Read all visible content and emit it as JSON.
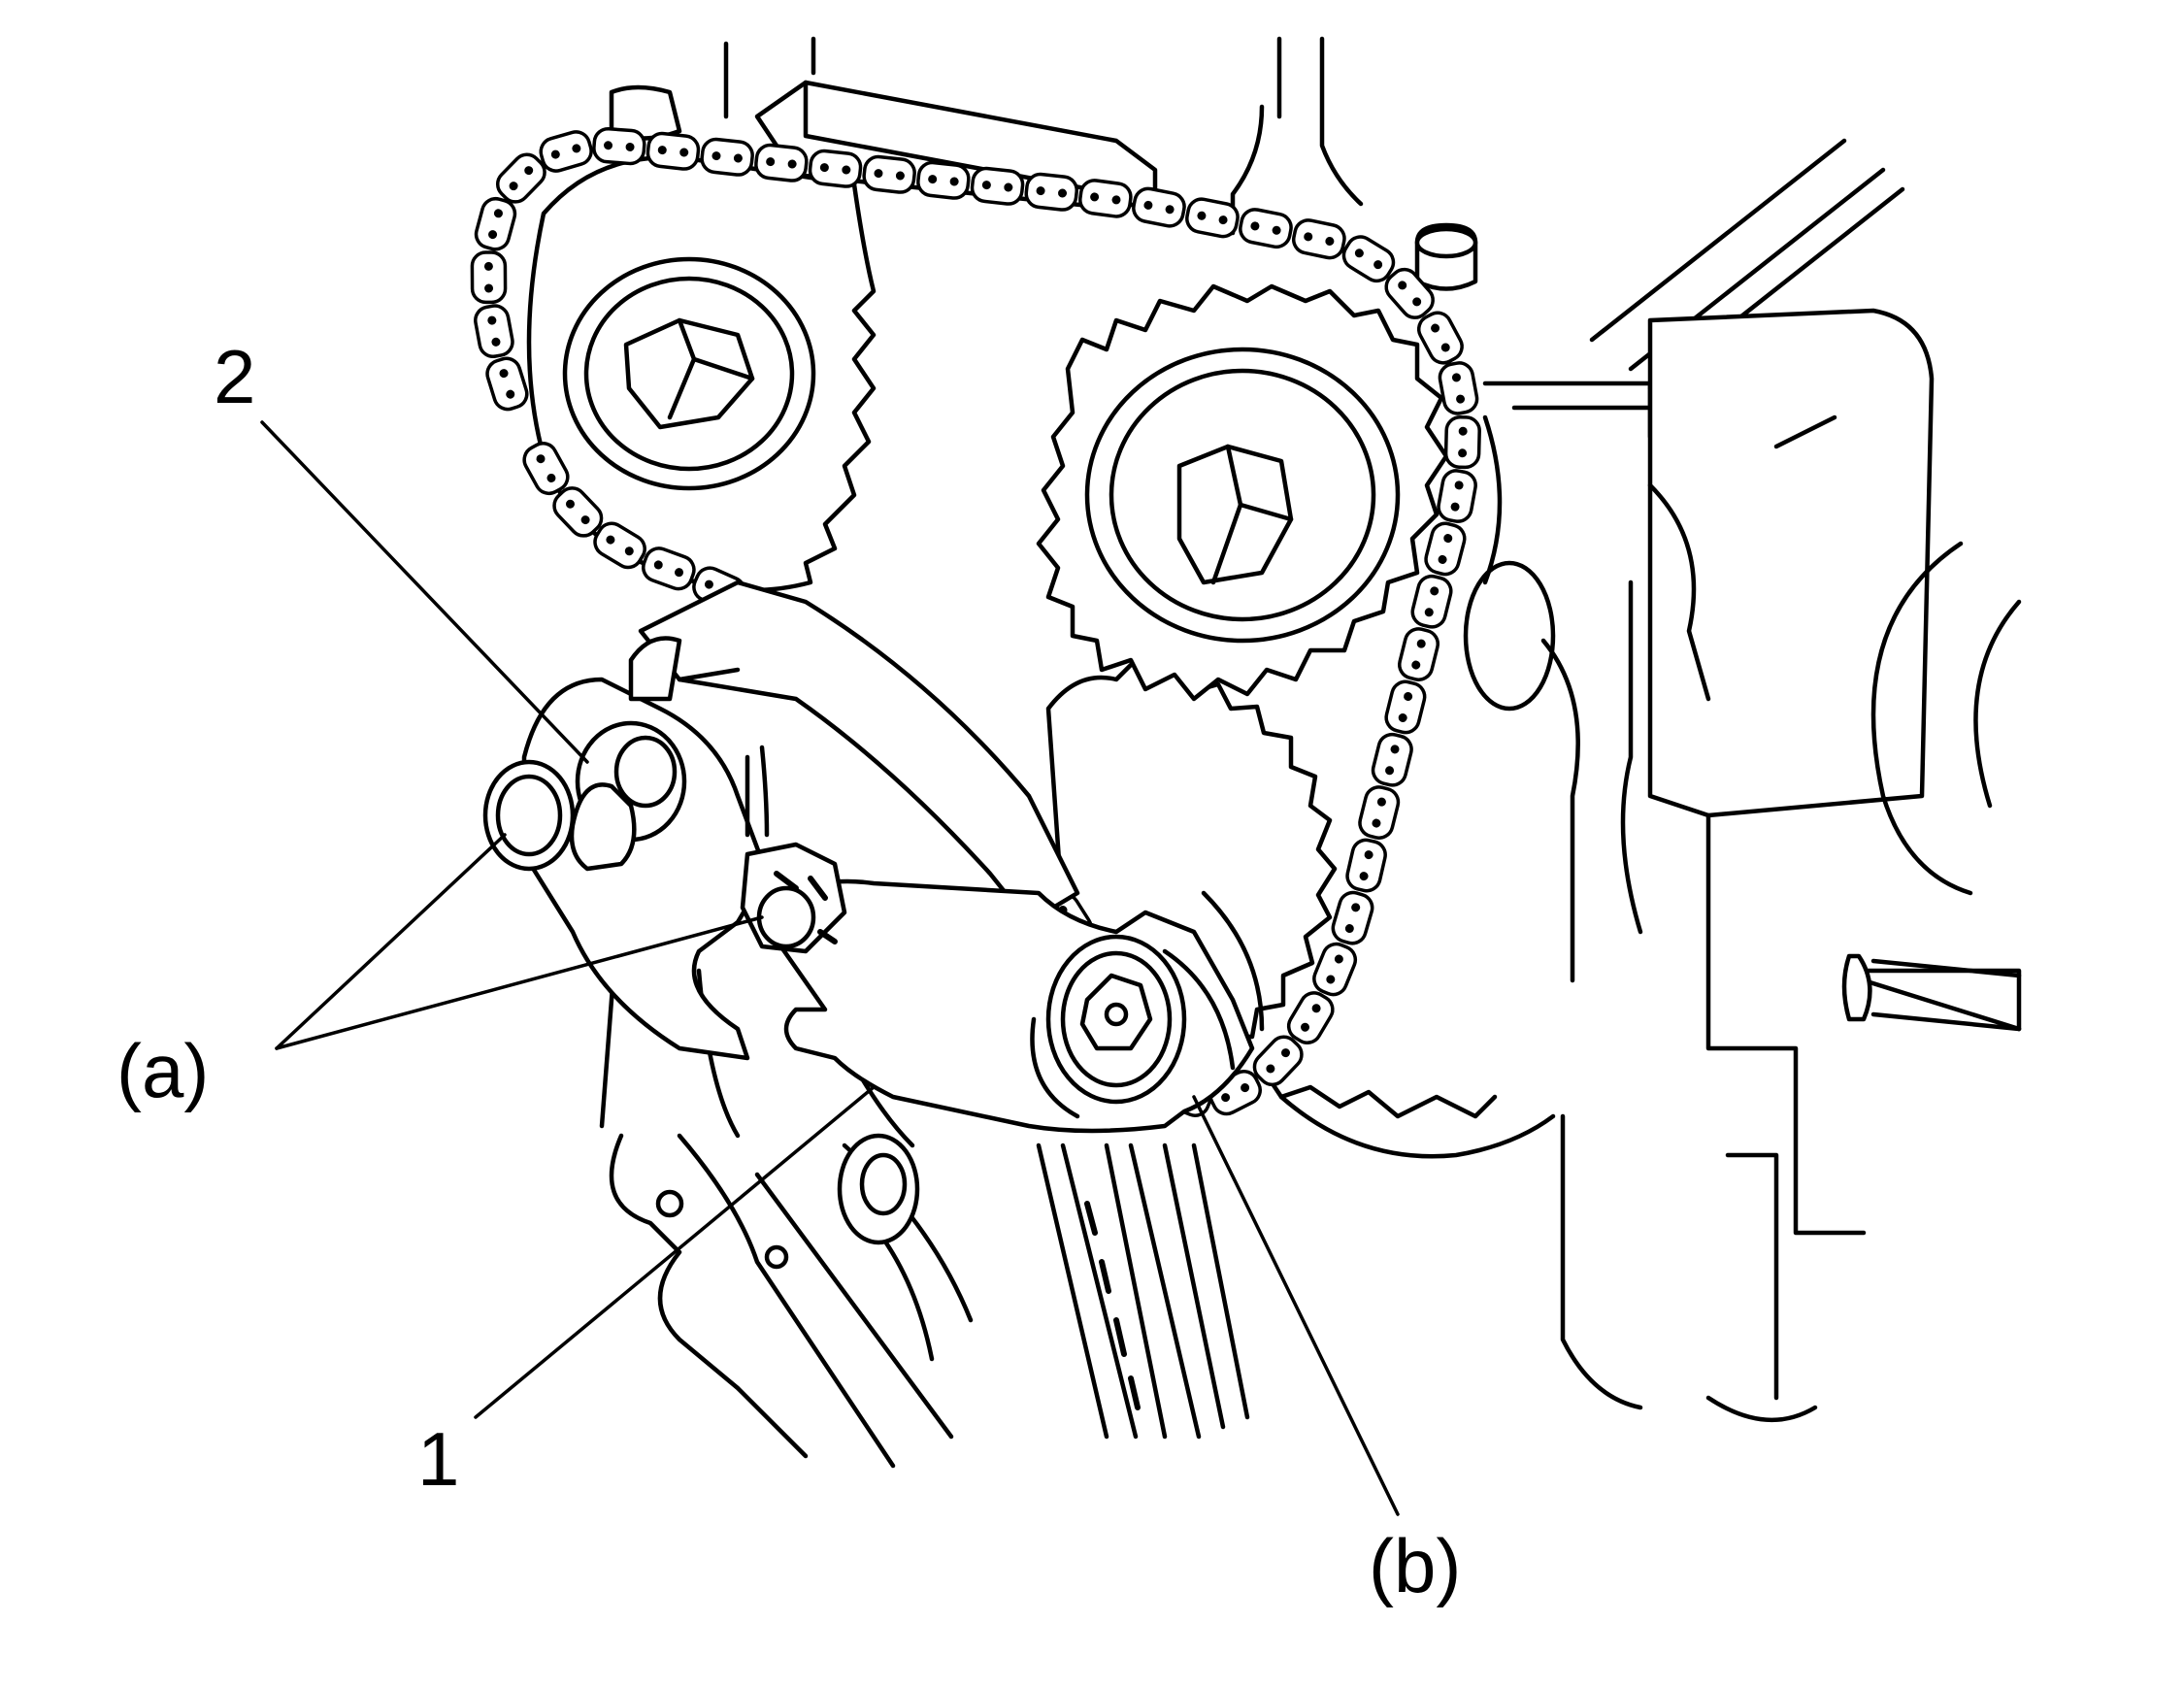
{
  "callouts": {
    "part_1": "1",
    "part_2": "2",
    "ref_a": "(a)",
    "ref_b": "(b)"
  },
  "colors": {
    "line": "#000000",
    "background": "#ffffff"
  }
}
